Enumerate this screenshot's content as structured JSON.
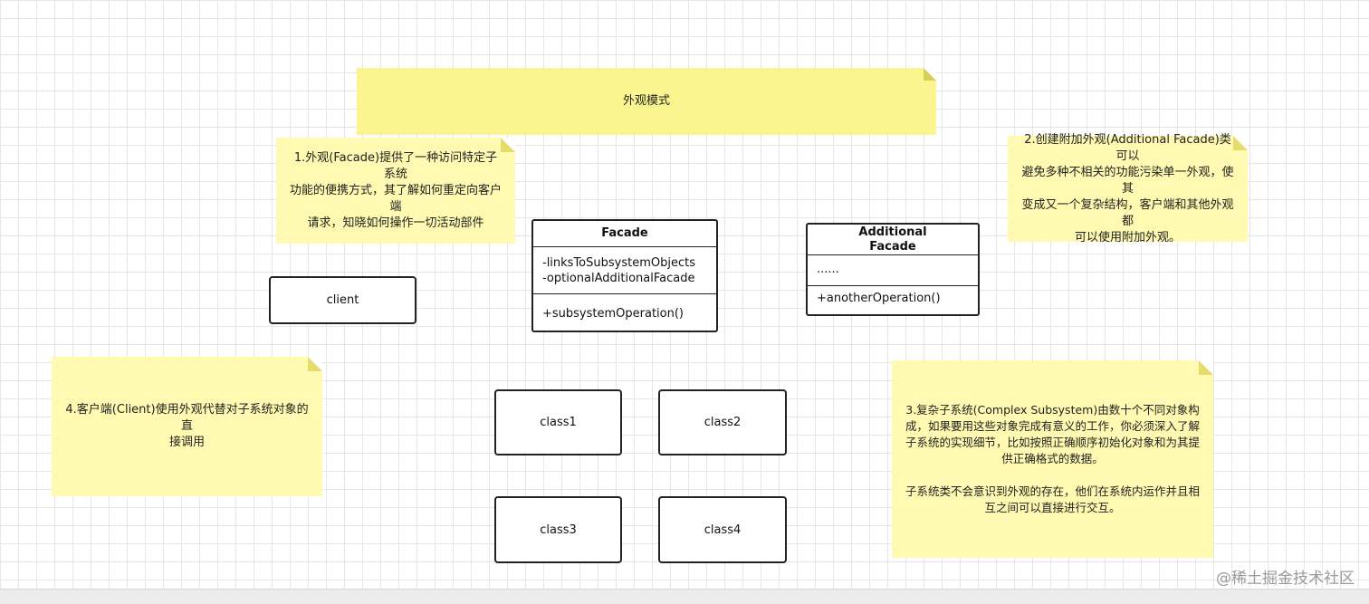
{
  "title_note": "外观模式",
  "notes": {
    "note1": "1.外观(Facade)提供了一种访问特定子系统\n功能的便携方式，其了解如何重定向客户端\n请求，知晓如何操作一切活动部件",
    "note2": "2.创建附加外观(Additional Facade)类可以\n避免多种不相关的功能污染单一外观，使其\n变成又一个复杂结构，客户端和其他外观都\n可以使用附加外观。",
    "note3": "3.复杂子系统(Complex Subsystem)由数十个不同对象构\n成，如果要用这些对象完成有意义的工作，你必须深入了解\n子系统的实现细节，比如按照正确顺序初始化对象和为其提\n供正确格式的数据。\n\n子系统类不会意识到外观的存在，他们在系统内运作并且相\n互之间可以直接进行交互。",
    "note4": "4.客户端(Client)使用外观代替对子系统对象的直\n接调用"
  },
  "facade": {
    "name": "Facade",
    "attributes": "-linksToSubsystemObjects\n-optionalAdditionalFacade",
    "operations": "+subsystemOperation()"
  },
  "additional_facade": {
    "name": "Additional\nFacade",
    "attributes": "......",
    "operations": "+anotherOperation()"
  },
  "client": "client",
  "classes": [
    "class1",
    "class2",
    "class3",
    "class4"
  ],
  "watermark": "@稀土掘金技术社区",
  "colors": {
    "note": "#fff9b1",
    "title_note": "#fbf58f",
    "border": "#222222"
  }
}
